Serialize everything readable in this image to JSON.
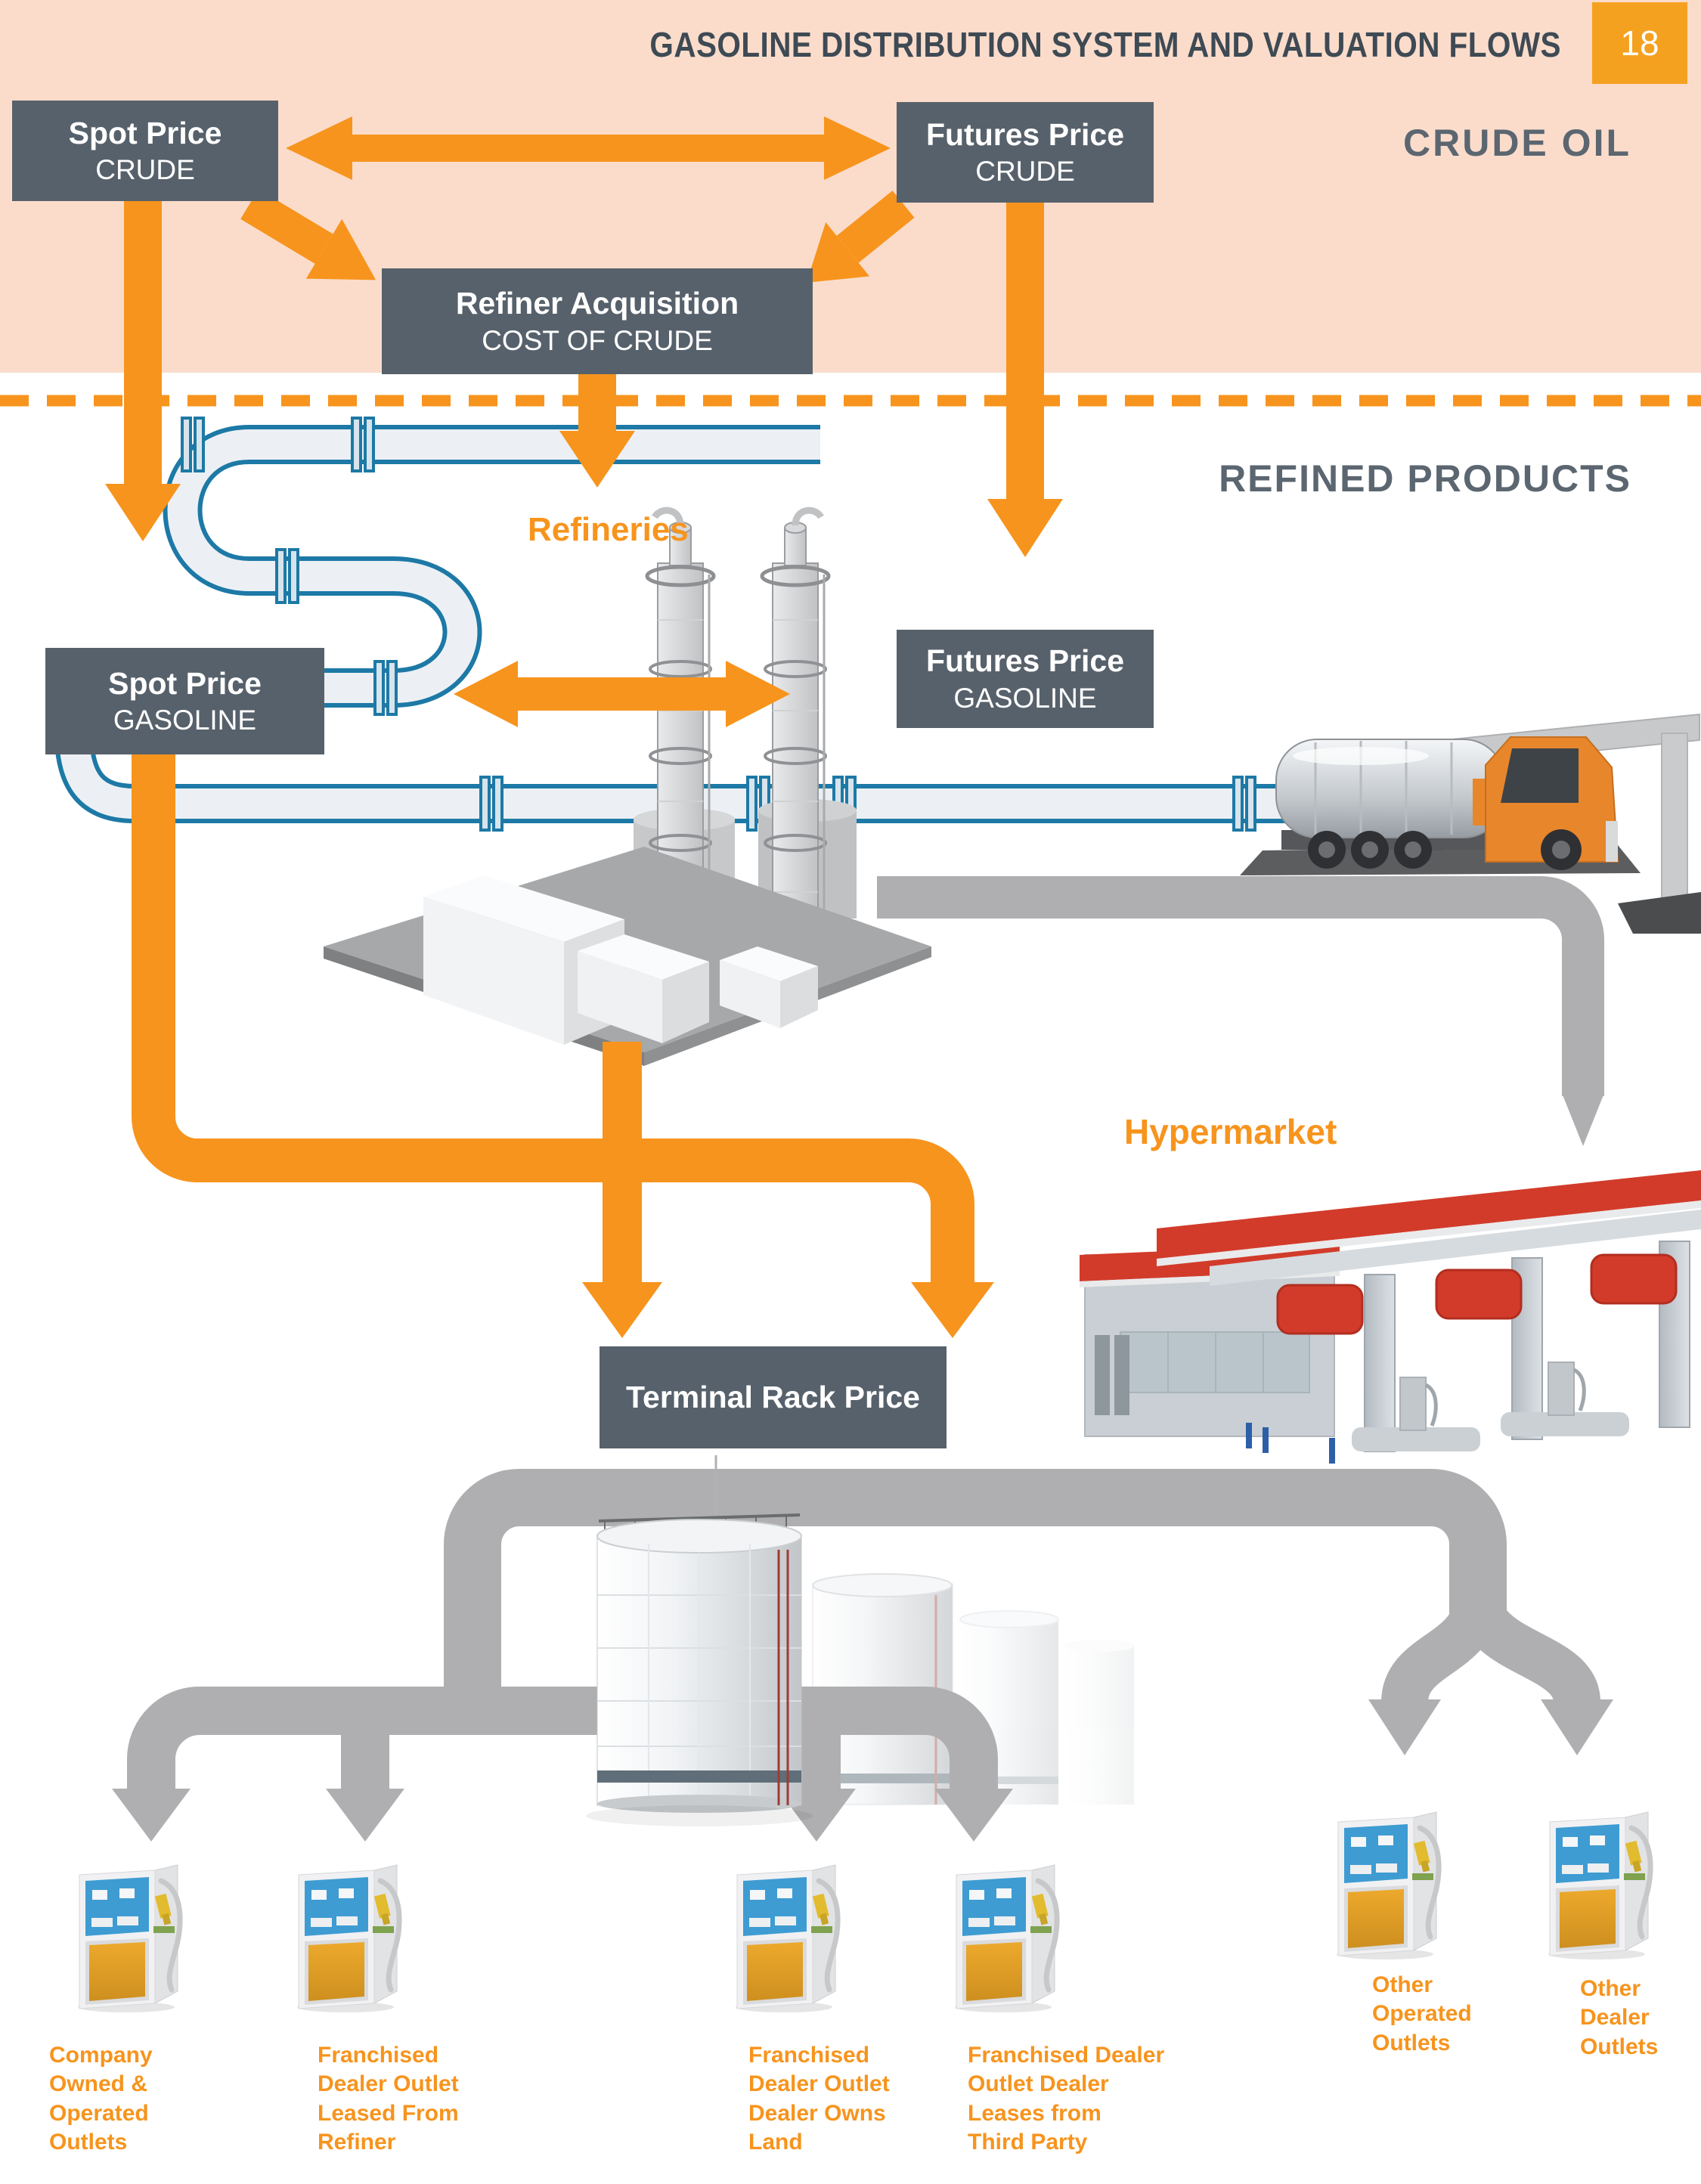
{
  "header": {
    "title": "GASOLINE DISTRIBUTION SYSTEM AND VALUATION FLOWS",
    "page_number": "18"
  },
  "section_labels": {
    "crude_oil": "CRUDE OIL",
    "refined_products": "REFINED PRODUCTS"
  },
  "nodes": {
    "spot_price_crude": {
      "line1": "Spot Price",
      "line2": "CRUDE"
    },
    "futures_price_crude": {
      "line1": "Futures Price",
      "line2": "CRUDE"
    },
    "refiner_acquisition": {
      "line1": "Refiner Acquisition",
      "line2": "COST OF CRUDE"
    },
    "spot_price_gasoline": {
      "line1": "Spot Price",
      "line2": "GASOLINE"
    },
    "futures_price_gasoline": {
      "line1": "Futures Price",
      "line2": "GASOLINE"
    },
    "terminal_rack_price": {
      "line1": "Terminal Rack Price"
    }
  },
  "facility_labels": {
    "refineries": "Refineries",
    "hypermarket": "Hypermarket"
  },
  "outlet_labels": [
    {
      "id": "company-owned-operated",
      "text": "Company\nOwned &\nOperated\nOutlets"
    },
    {
      "id": "franchised-leased-from-refiner",
      "text": "Franchised\nDealer Outlet\nLeased From\nRefiner"
    },
    {
      "id": "franchised-dealer-owns-land",
      "text": "Franchised\nDealer Outlet\nDealer Owns\nLand"
    },
    {
      "id": "franchised-leases-third-party",
      "text": "Franchised Dealer\nOutlet Dealer\nLeases from\nThird Party"
    },
    {
      "id": "other-operated-outlets",
      "text": "Other\nOperated\nOutlets"
    },
    {
      "id": "other-dealer-outlets",
      "text": "Other\nDealer\nOutlets"
    }
  ],
  "colors": {
    "accent_orange": "#F7941D",
    "tab_orange": "#F5A120",
    "peach_background": "#FBDCCB",
    "node_slate": "#57616B",
    "heading_gray": "#5B6670",
    "header_text": "#3E4A54",
    "flow_gray": "#AFAFB1",
    "pipe_teal": "#1D79A6",
    "hypermarket_red": "#D23B2A",
    "pump_blue": "#3E9CD2",
    "pump_orange": "#DF9C26"
  }
}
